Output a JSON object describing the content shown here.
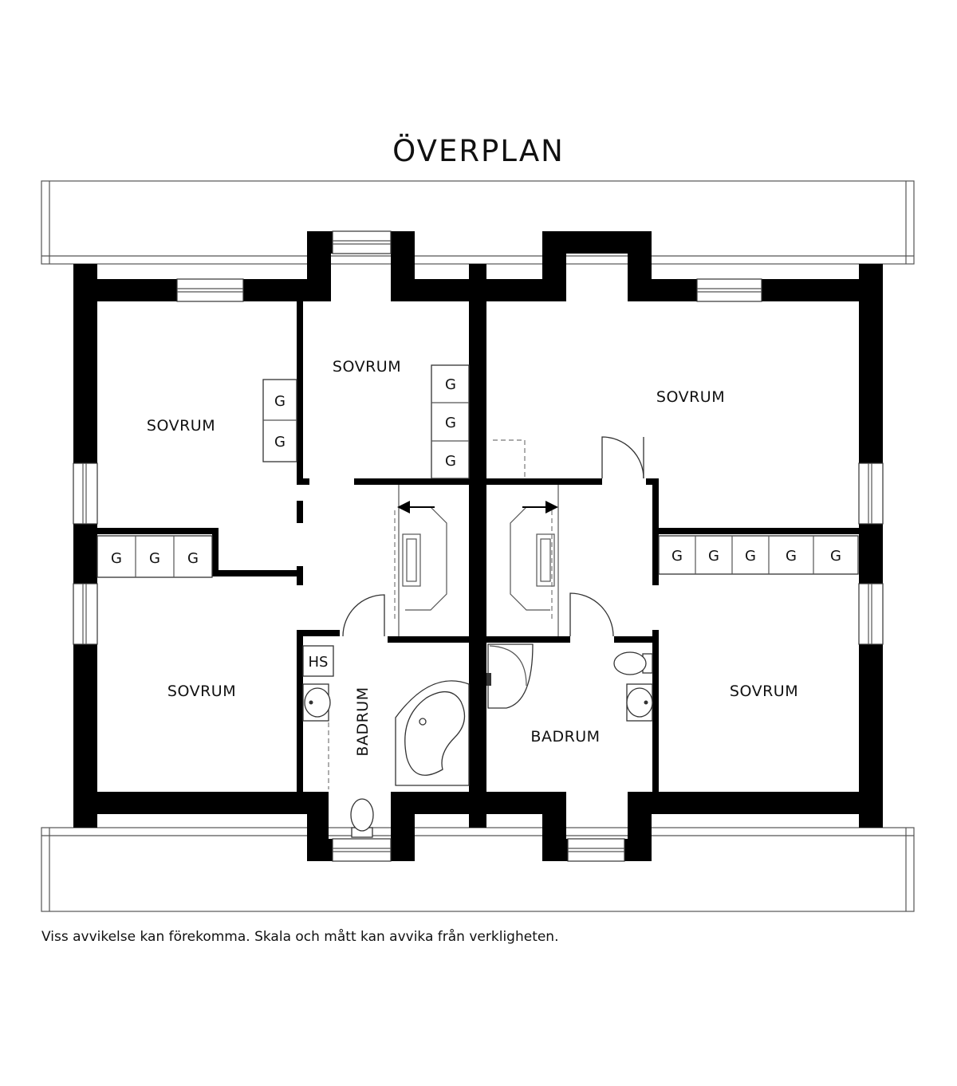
{
  "title": "ÖVERPLAN",
  "disclaimer": "Viss avvikelse kan förekomma. Skala och mått kan avvika från verkligheten.",
  "rooms": {
    "sovrum_top_left": "SOVRUM",
    "sovrum_top_middle": "SOVRUM",
    "sovrum_top_right": "SOVRUM",
    "sovrum_bottom_left": "SOVRUM",
    "sovrum_bottom_right": "SOVRUM",
    "badrum_left": "BADRUM",
    "badrum_right": "BADRUM"
  },
  "wardrobe_label": "G",
  "hs_label": "HS",
  "colors": {
    "wall": "#000000",
    "line": "#555555",
    "background": "#ffffff"
  }
}
